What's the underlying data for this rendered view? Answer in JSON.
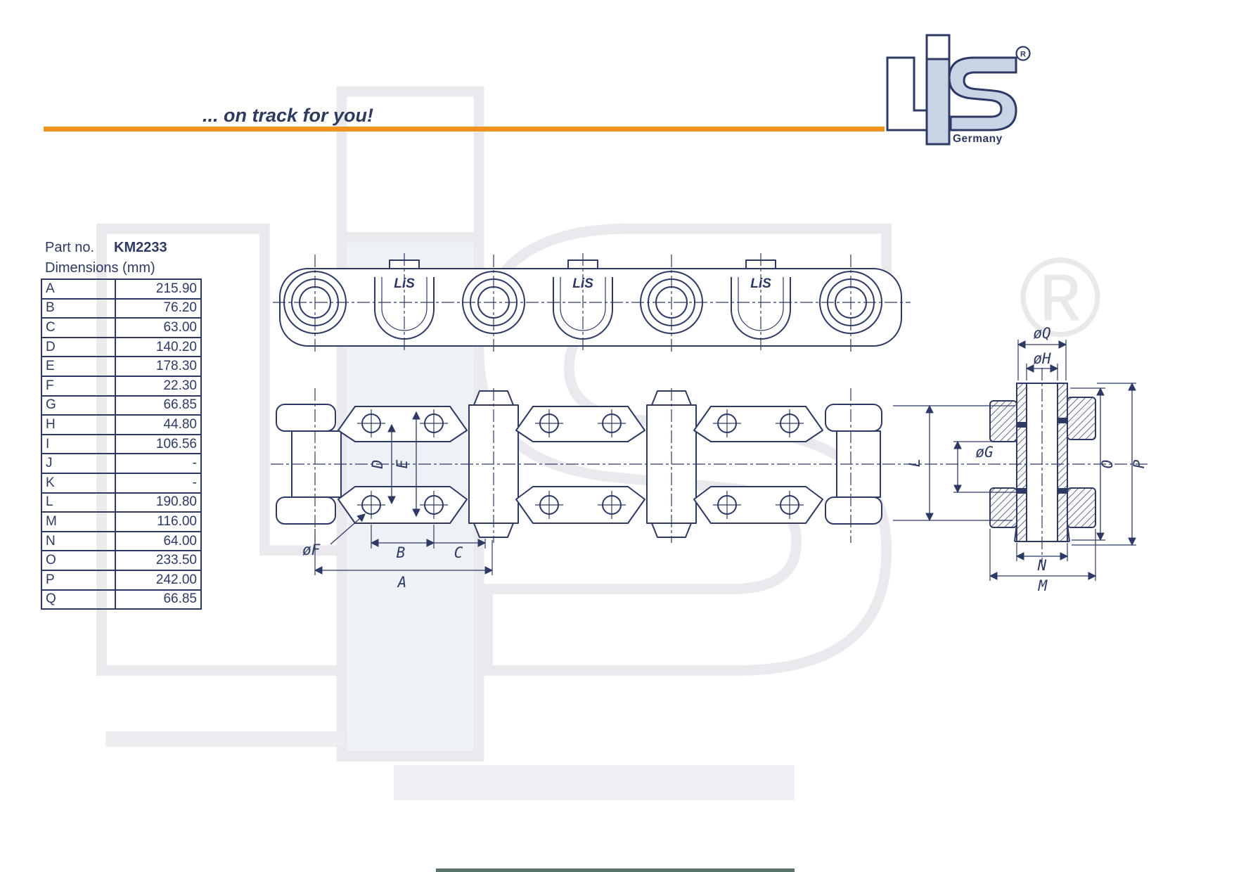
{
  "page": {
    "slogan": "... on track for you!",
    "accent_color": "#f0931e",
    "ink_color": "#2e3a64"
  },
  "logo": {
    "registered": "R",
    "country": "Germany"
  },
  "part_info": {
    "part_no_label": "Part no.",
    "part_no": "KM2233",
    "dimensions_label": "Dimensions (mm)"
  },
  "dimensions_table": [
    {
      "key": "A",
      "value": "215.90"
    },
    {
      "key": "B",
      "value": "76.20"
    },
    {
      "key": "C",
      "value": "63.00"
    },
    {
      "key": "D",
      "value": "140.20"
    },
    {
      "key": "E",
      "value": "178.30"
    },
    {
      "key": "F",
      "value": "22.30"
    },
    {
      "key": "G",
      "value": "66.85"
    },
    {
      "key": "H",
      "value": "44.80"
    },
    {
      "key": "I",
      "value": "106.56"
    },
    {
      "key": "J",
      "value": "-"
    },
    {
      "key": "K",
      "value": "-"
    },
    {
      "key": "L",
      "value": "190.80"
    },
    {
      "key": "M",
      "value": "116.00"
    },
    {
      "key": "N",
      "value": "64.00"
    },
    {
      "key": "O",
      "value": "233.50"
    },
    {
      "key": "P",
      "value": "242.00"
    },
    {
      "key": "Q",
      "value": "66.85"
    }
  ],
  "drawing": {
    "stamp": "LiS",
    "labels": {
      "A": "A",
      "B": "B",
      "C": "C",
      "D": "D",
      "E": "E",
      "F": "øF",
      "G": "øG",
      "H": "øH",
      "L": "L",
      "M": "M",
      "N": "N",
      "O": "O",
      "P": "P",
      "Q": "øQ"
    }
  },
  "watermark": {
    "registered": "®"
  }
}
